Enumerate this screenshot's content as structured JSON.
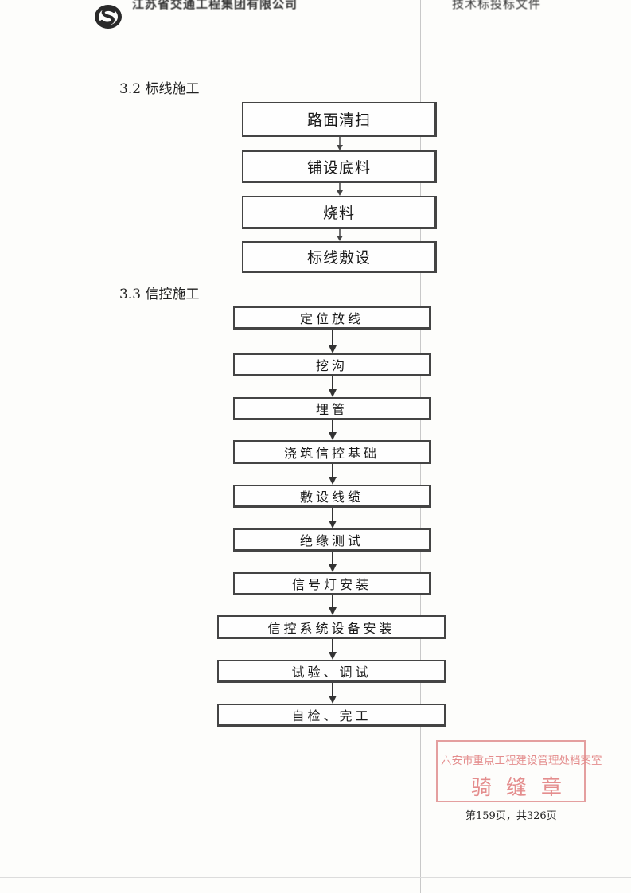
{
  "header": {
    "left_text": "江苏省交通工程集团有限公司",
    "right_text": "技术标投标文件"
  },
  "sections": [
    {
      "title": "3.2 标线施工",
      "steps": [
        "路面清扫",
        "铺设底料",
        "烧料",
        "标线敷设"
      ]
    },
    {
      "title": "3.3 信控施工",
      "steps": [
        "定位放线",
        "挖沟",
        "埋管",
        "浇筑信控基础",
        "敷设线缆",
        "绝缘测试",
        "信号灯安装",
        "信控系统设备安装",
        "试验、调试",
        "自检、完工"
      ]
    }
  ],
  "stamp": {
    "line1": "六安市重点工程建设管理处档案室",
    "line2": "骑缝章"
  },
  "footer": {
    "page_number": "第159页，共326页"
  }
}
